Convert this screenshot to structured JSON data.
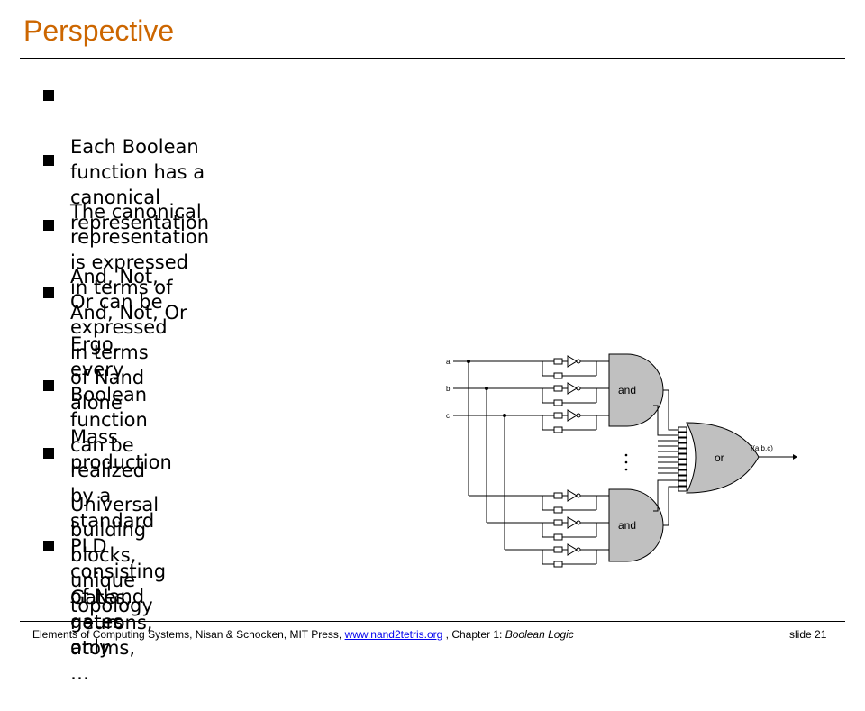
{
  "slide": {
    "title": "Perspective",
    "bullets": [
      "Each Boolean function has a canonical representation",
      "The canonical representation is expressed in terms of And, Not, Or",
      "And, Not, Or can be expressed in terms of Nand alone",
      "Ergo, every Boolean function can be realized by a standard PLD\nconsisting of Nand gates only",
      "Mass production",
      "Universal building blocks,\nunique topology",
      "Gates, neurons, atoms, …"
    ]
  },
  "diagram": {
    "inputs": [
      "a",
      "b",
      "c"
    ],
    "and_gate_label": "and",
    "or_gate_label": "or",
    "output_label": "f(a,b,c)",
    "colors": {
      "gate_fill": "#c0c0c0",
      "wire": "#000000"
    }
  },
  "footer": {
    "source": "Elements of Computing Systems, Nisan & Schocken, MIT Press,",
    "link": "www.nand2tetris.org",
    "chapter_prefix": ", Chapter 1:",
    "chapter_title": "Boolean Logic",
    "slide_number": "slide 21"
  }
}
